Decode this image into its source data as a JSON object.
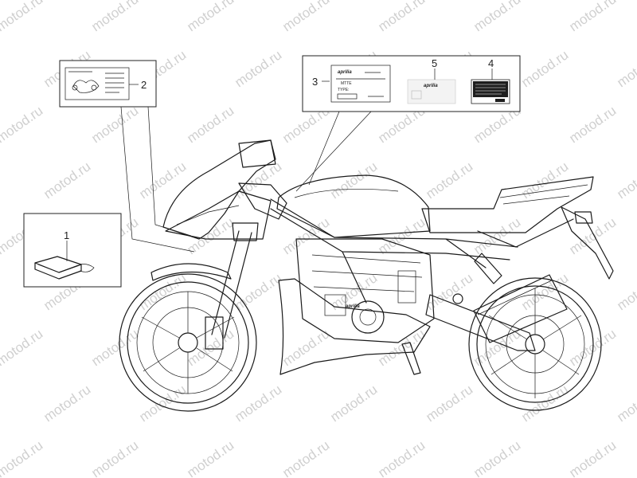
{
  "watermark": "motod.ru",
  "callouts": [
    {
      "number": "1"
    },
    {
      "number": "2"
    },
    {
      "number": "3"
    },
    {
      "number": "4"
    },
    {
      "number": "5"
    }
  ],
  "decals": {
    "label3_brand": "aprilia",
    "label3_line2": "MTTE",
    "label3_line3": "TYPE:",
    "label5_brand": "aprilia",
    "tank_brand": "aprilia"
  }
}
